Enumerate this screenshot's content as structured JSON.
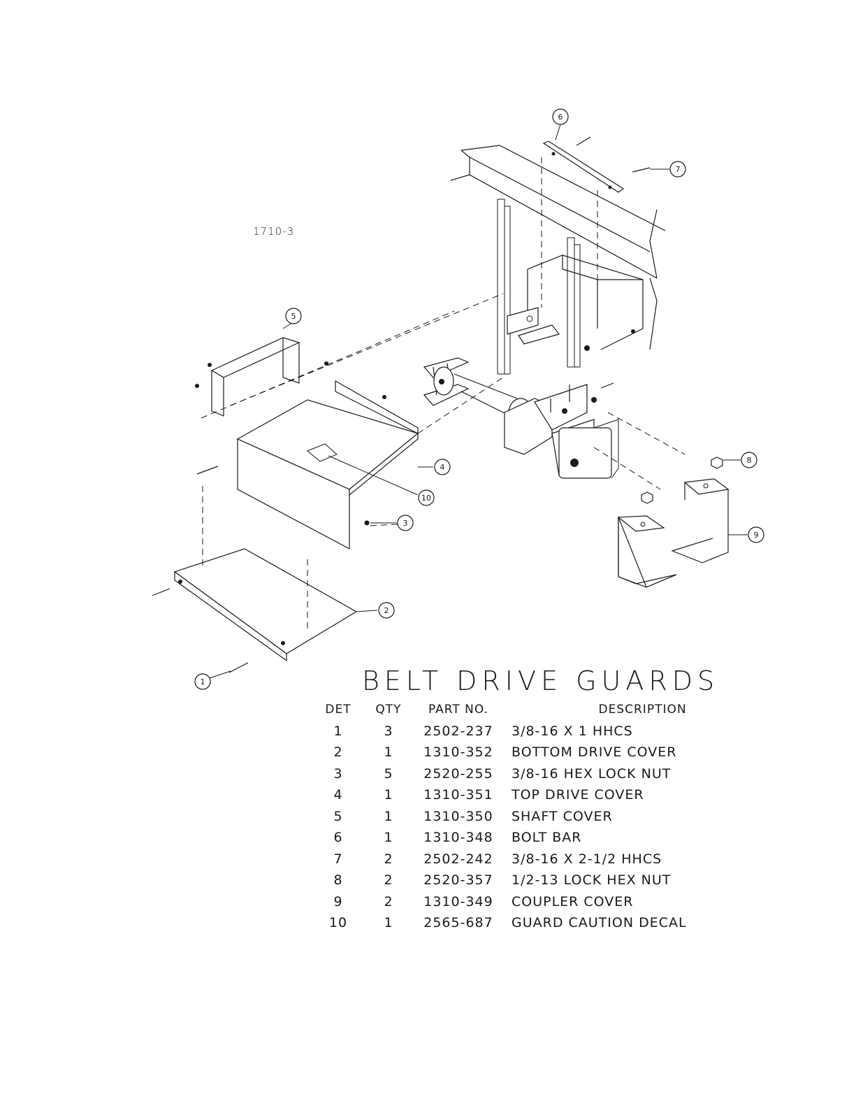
{
  "drawing_number": "1710-3",
  "title": "BELT DRIVE GUARDS",
  "parts_table": {
    "headers": {
      "det": "DET",
      "qty": "QTY",
      "part_no": "PART NO.",
      "description": "DESCRIPTION"
    },
    "rows": [
      {
        "det": "1",
        "qty": "3",
        "part_no": "2502-237",
        "description": "3/8-16 X 1 HHCS"
      },
      {
        "det": "2",
        "qty": "1",
        "part_no": "1310-352",
        "description": "BOTTOM DRIVE COVER"
      },
      {
        "det": "3",
        "qty": "5",
        "part_no": "2520-255",
        "description": "3/8-16 HEX LOCK NUT"
      },
      {
        "det": "4",
        "qty": "1",
        "part_no": "1310-351",
        "description": "TOP DRIVE COVER"
      },
      {
        "det": "5",
        "qty": "1",
        "part_no": "1310-350",
        "description": "SHAFT COVER"
      },
      {
        "det": "6",
        "qty": "1",
        "part_no": "1310-348",
        "description": "BOLT BAR"
      },
      {
        "det": "7",
        "qty": "2",
        "part_no": "2502-242",
        "description": "3/8-16 X 2-1/2 HHCS"
      },
      {
        "det": "8",
        "qty": "2",
        "part_no": "2520-357",
        "description": "1/2-13 LOCK HEX NUT"
      },
      {
        "det": "9",
        "qty": "2",
        "part_no": "1310-349",
        "description": "COUPLER COVER"
      },
      {
        "det": "10",
        "qty": "1",
        "part_no": "2565-687",
        "description": "GUARD CAUTION DECAL"
      }
    ]
  },
  "callouts": [
    "1",
    "2",
    "3",
    "4",
    "5",
    "6",
    "7",
    "8",
    "9",
    "10"
  ]
}
